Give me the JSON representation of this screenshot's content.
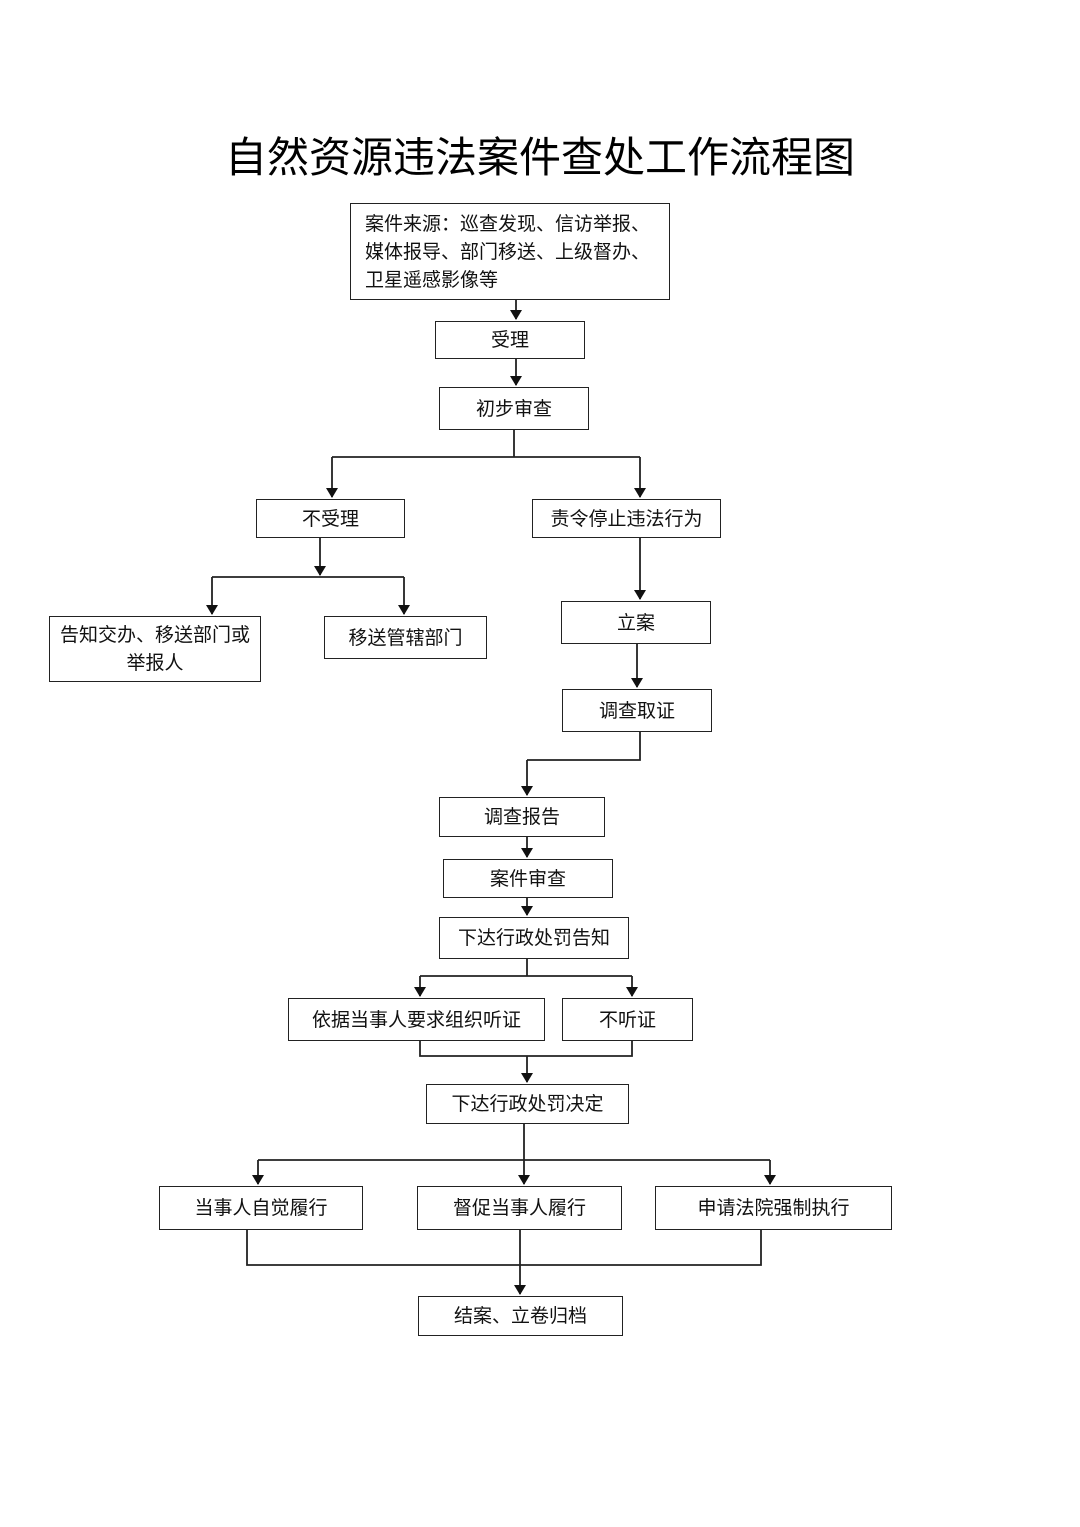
{
  "title": "自然资源违法案件查处工作流程图",
  "nodes": {
    "source": "案件来源：巡查发现、信访举报、\n媒体报导、部门移送、上级督办、\n卫星遥感影像等",
    "accept": "受理",
    "prelim_review": "初步审查",
    "reject": "不受理",
    "order_stop": "责令停止违法行为",
    "notify_transfer": "告知交办、移送部门或\n举报人",
    "transfer_dept": "移送管辖部门",
    "register": "立案",
    "investigate": "调查取证",
    "report": "调查报告",
    "case_review": "案件审查",
    "penalty_notice": "下达行政处罚告知",
    "hearing": "依据当事人要求组织听证",
    "no_hearing": "不听证",
    "penalty_decision": "下达行政处罚决定",
    "voluntary": "当事人自觉履行",
    "urge": "督促当事人履行",
    "court": "申请法院强制执行",
    "close": "结案、立卷归档"
  }
}
